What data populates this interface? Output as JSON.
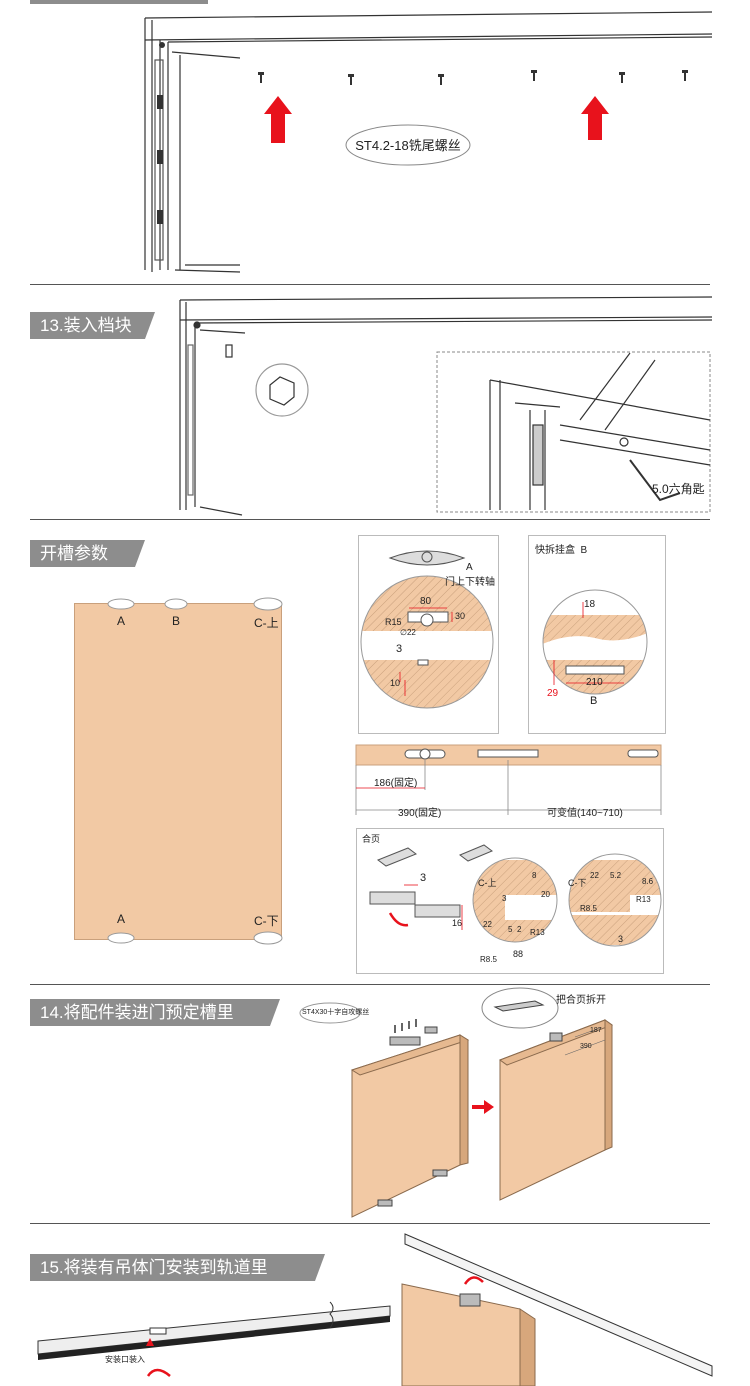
{
  "section12": {
    "screw_label": "ST4.2-18铣尾螺丝"
  },
  "section13": {
    "title": "13.装入档块",
    "wrench_label": "5.0六角匙"
  },
  "slotting": {
    "title": "开槽参数",
    "door_labels": {
      "a_top": "A",
      "b_top": "B",
      "c_top": "C-上",
      "a_bottom": "A",
      "c_bottom": "C-下"
    },
    "detail_a": {
      "label_a": "A",
      "label_axis": "门上下转轴",
      "d80": "80",
      "r15": "R15",
      "d22": "∅22",
      "d30": "30",
      "d3": "3",
      "d10": "10"
    },
    "detail_b": {
      "title": "快拆挂盒  B",
      "d18": "18",
      "d29": "29",
      "d210": "210",
      "label_b": "B"
    },
    "strip": {
      "fixed186": "186(固定)",
      "fixed390": "390(固定)",
      "variable": "可变值(140~710)"
    },
    "hinge": {
      "title": "合页",
      "d3": "3",
      "d16": "16",
      "c_up": "C-上",
      "d8": "8",
      "d3b": "3",
      "d20": "20",
      "d22": "22",
      "d5": "5",
      "d2": "2",
      "r13": "R13",
      "r85": "R8.5",
      "d88": "88",
      "c_down": "C-下",
      "d22b": "22",
      "d52": "5.2",
      "d86": "8.6",
      "r13b": "R13",
      "r85b": "R8.5",
      "d3c": "3"
    }
  },
  "section14": {
    "title": "14.将配件装进门预定槽里",
    "screw_note": "ST4X30十字自攻螺丝",
    "hinge_note": "把合页拆开",
    "dim390": "390",
    "dim187": "187"
  },
  "section15": {
    "title": "15.将装有吊体门安装到轨道里",
    "entry_label": "安装口装入"
  },
  "colors": {
    "wood": "#f2c9a4",
    "arrow_red": "#e8121c",
    "tag_gray": "#8d8d8d",
    "dim_red": "#e8121c"
  }
}
